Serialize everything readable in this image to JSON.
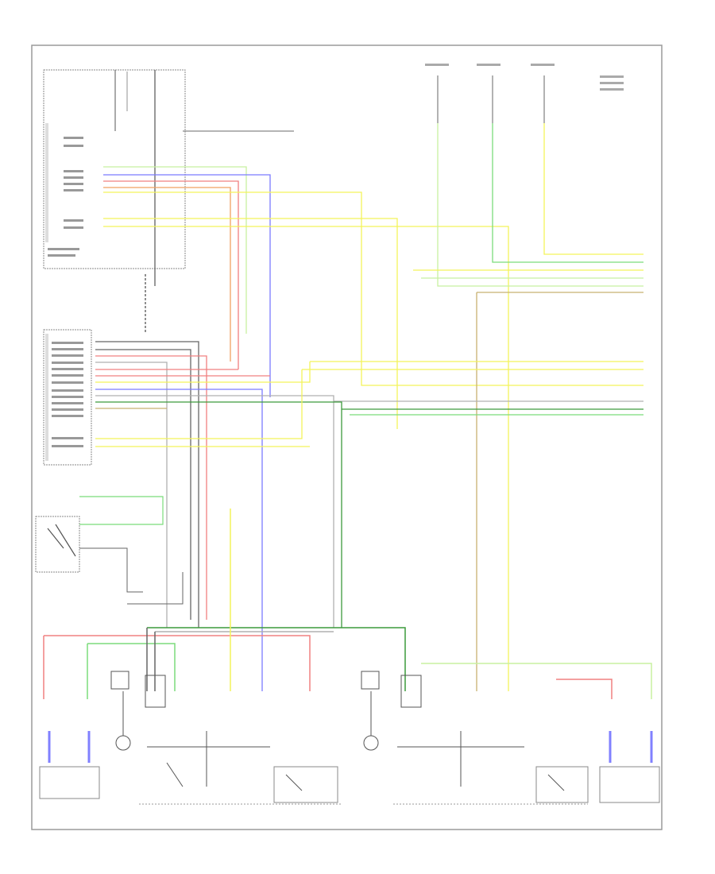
{
  "diagram": {
    "frame_label": "",
    "colors": {
      "frame": "#9a9a9a",
      "black_wire": "#5a5a5a",
      "yellow_wire": "#f3f35a",
      "red_wire": "#f08080",
      "orange_wire": "#f0a060",
      "blue_wire": "#7b7bff",
      "green_wire": "#7bdc7b",
      "dark_green_wire": "#3c9a3c",
      "light_green_wire": "#c8f0a0",
      "tan_wire": "#c8b070",
      "gray_wire": "#b0b0b0",
      "motor_blue": "#8080ff",
      "component_gray": "#888888"
    },
    "components": [
      {
        "id": "sr-control-unit",
        "icon": "control-unit-box"
      },
      {
        "id": "sr-control-switch-unit",
        "icon": "switch-block"
      },
      {
        "id": "seat-track-switch",
        "icon": "switch-icon"
      },
      {
        "id": "right-front-seat-motor",
        "icon": "motor-icon"
      },
      {
        "id": "left-front-seat-motor",
        "icon": "motor-icon"
      },
      {
        "id": "right-side-switch-assembly",
        "icon": "switch-assembly"
      },
      {
        "id": "left-side-switch-assembly",
        "icon": "switch-assembly"
      }
    ]
  }
}
